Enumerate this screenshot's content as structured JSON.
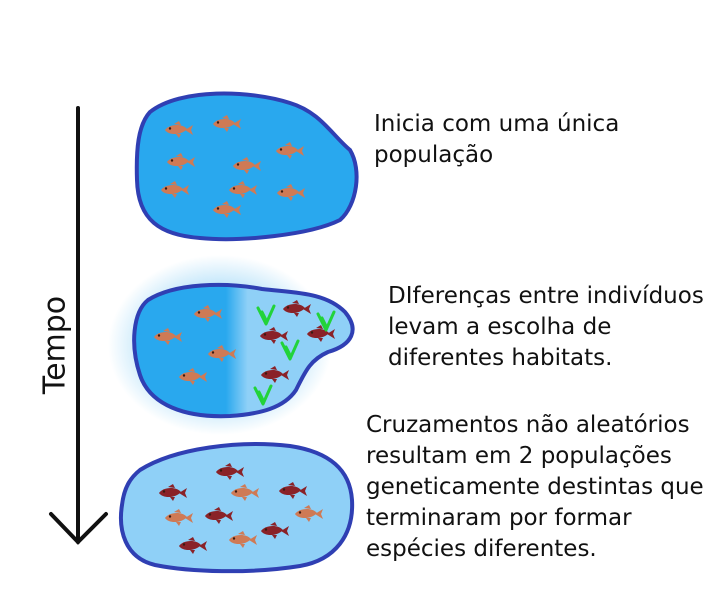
{
  "time_axis": {
    "label": "Tempo"
  },
  "stages": [
    {
      "caption": [
        "Inicia com uma única",
        "população"
      ]
    },
    {
      "caption": [
        "DIferenças entre indivíduos",
        "levam a escolha de",
        "diferentes habitats."
      ]
    },
    {
      "caption": [
        "Cruzamentos não aleatórios",
        "resultam em 2 populações",
        "geneticamente destintas que",
        "terminaram por formar",
        "espécies diferentes."
      ]
    }
  ],
  "colors": {
    "water_deep": "#29a8ee",
    "water_light": "#8fd0f7",
    "outline": "#2f3fb3",
    "fish_orange": "#cf7a55",
    "fish_dark_red": "#8a2228",
    "plants": "#22d33a",
    "arrow": "#111111",
    "text": "#111111"
  },
  "icons": [
    "fish-icon",
    "plant-icon",
    "down-arrow-icon"
  ]
}
